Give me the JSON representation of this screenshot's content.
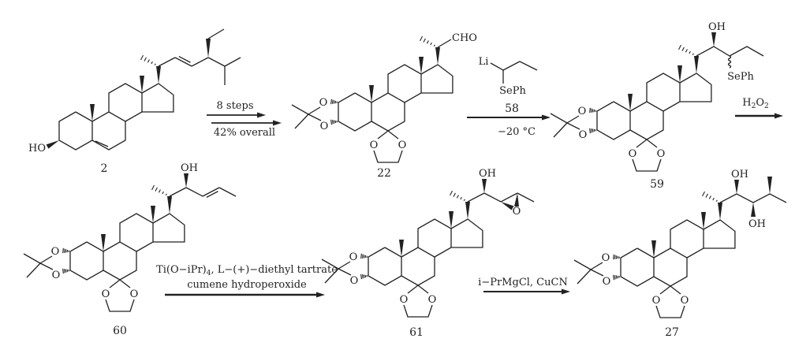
{
  "atoms": {
    "O": "O",
    "OH": "OH",
    "HO": "HO",
    "CHO": "CHO",
    "SePh": "SePh",
    "Li": "Li"
  },
  "compounds": {
    "c2": "2",
    "c22": "22",
    "c58": "58",
    "c59": "59",
    "c60": "60",
    "c61": "61",
    "c27": "27"
  },
  "reagents": {
    "step1_top": "8 steps",
    "step1_bottom": "42% overall",
    "step2_bottom": "−20 °C",
    "step3_h": "H",
    "step3_sub1": "2",
    "step3_o": "O",
    "step3_sub2": "2",
    "step4_line1_a": "Ti(O−iPr)",
    "step4_line1_sub": "4",
    "step4_line1_b": ", L−(+)−diethyl tartrate",
    "step4_line2": "cumene hydroperoxide",
    "step5": "i−PrMgCl, CuCN"
  },
  "colors": {
    "ink": "#222222",
    "background": "#ffffff"
  }
}
